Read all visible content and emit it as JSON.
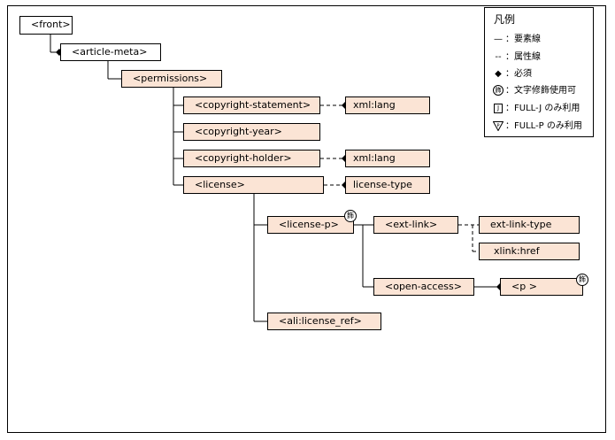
{
  "nodes": {
    "front": "<front>",
    "article_meta": "<article-meta>",
    "permissions": "<permissions>",
    "copyright_statement": "<copyright-statement>",
    "copyright_year": "<copyright-year>",
    "copyright_holder": "<copyright-holder>",
    "license": "<license>",
    "license_p": "<license-p>",
    "ext_link": "<ext-link>",
    "open_access": "<open-access>",
    "p": "<p >",
    "ali_license_ref": "<ali:license_ref>"
  },
  "attributes": {
    "statement_lang": "xml:lang",
    "holder_lang": "xml:lang",
    "license_type": "license-type",
    "ext_link_type": "ext-link-type",
    "xlink_href": "xlink:href"
  },
  "badges": {
    "license_p": "飾",
    "p": "飾"
  },
  "legend": {
    "title": "凡例",
    "items": [
      {
        "symbol": "—",
        "text": "：要素線"
      },
      {
        "symbol": "--",
        "text": "：属性線"
      },
      {
        "symbol": "◆",
        "text": "：必須"
      },
      {
        "symbol": "飾",
        "text": "：文字修飾使用可"
      },
      {
        "symbol": "J",
        "text": "：FULL-J のみ利用"
      },
      {
        "symbol": "P",
        "text": "：FULL-P のみ利用"
      }
    ]
  },
  "colors": {
    "element_fill": "#fbe4d5",
    "border": "#000000"
  }
}
